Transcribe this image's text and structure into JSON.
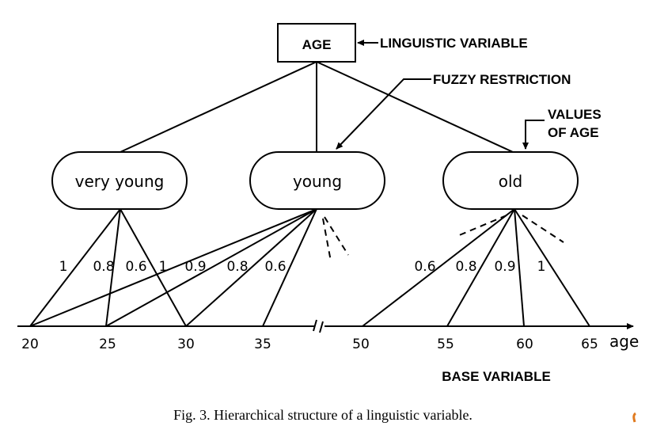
{
  "root": {
    "label": "AGE",
    "annotation": "LINGUISTIC VARIABLE"
  },
  "annotations": {
    "fuzzy_restriction": "FUZZY RESTRICTION",
    "values_of_age_line1": "VALUES",
    "values_of_age_line2": "OF AGE",
    "base_variable": "BASE VARIABLE"
  },
  "values": [
    "very young",
    "young",
    "old"
  ],
  "axis": {
    "ticks": [
      "20",
      "25",
      "30",
      "35",
      "50",
      "55",
      "60",
      "65"
    ],
    "label": "age"
  },
  "memberships": {
    "very_young": [
      "1",
      "0.8",
      "0.6"
    ],
    "young": [
      "1",
      "0.9",
      "0.8",
      "0.6"
    ],
    "old": [
      "0.6",
      "0.8",
      "0.9",
      "1"
    ]
  },
  "caption": "Fig. 3. Hierarchical structure of a linguistic variable.",
  "colors": {
    "ink": "#000000",
    "paper": "#ffffff",
    "mark": "#e07a1f"
  }
}
